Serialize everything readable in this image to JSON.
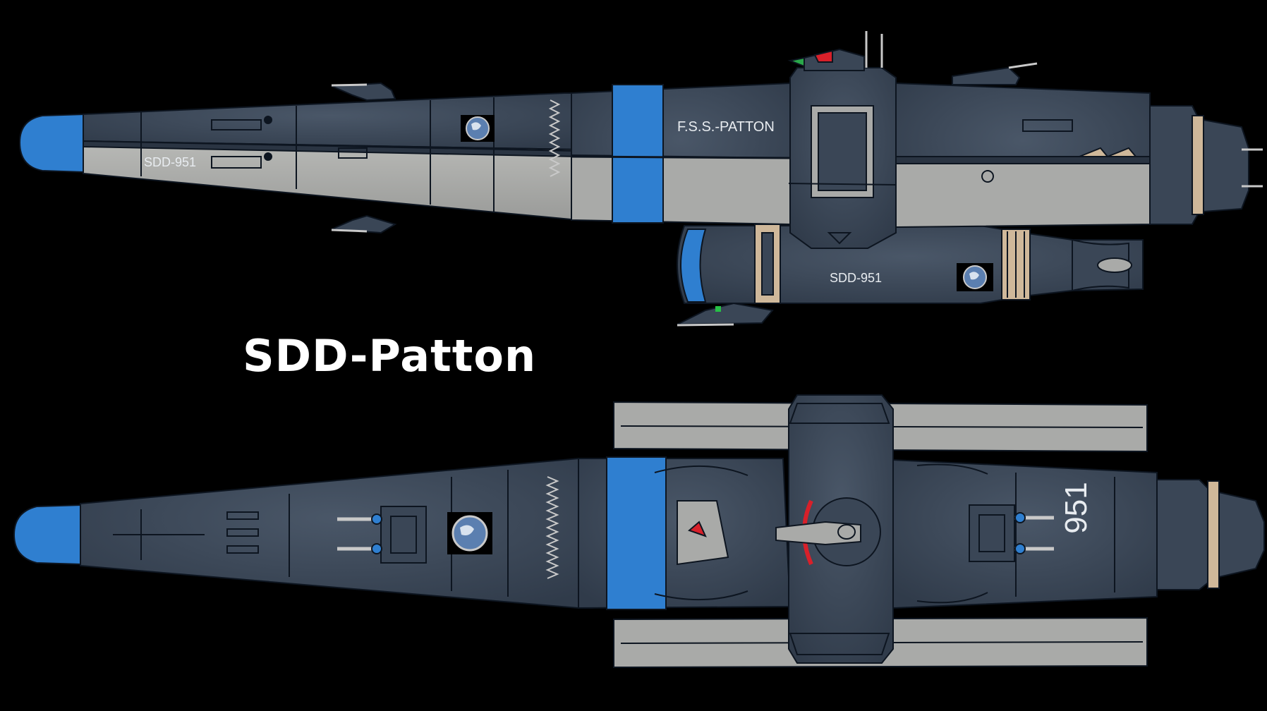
{
  "title": "SDD-Patton",
  "side_view": {
    "bow_registry": "SDD-951",
    "ship_name": "F.S.S.-PATTON",
    "pod_registry": "SDD-951"
  },
  "top_view": {
    "stern_number": "951"
  },
  "colors": {
    "background": "#000000",
    "hull_dark": "#3a4656",
    "hull_light": "#a9aaa8",
    "accent_blue": "#2f7fd0",
    "trim_tan": "#cfb89a",
    "outline": "#0d1520",
    "title": "#ffffff"
  }
}
